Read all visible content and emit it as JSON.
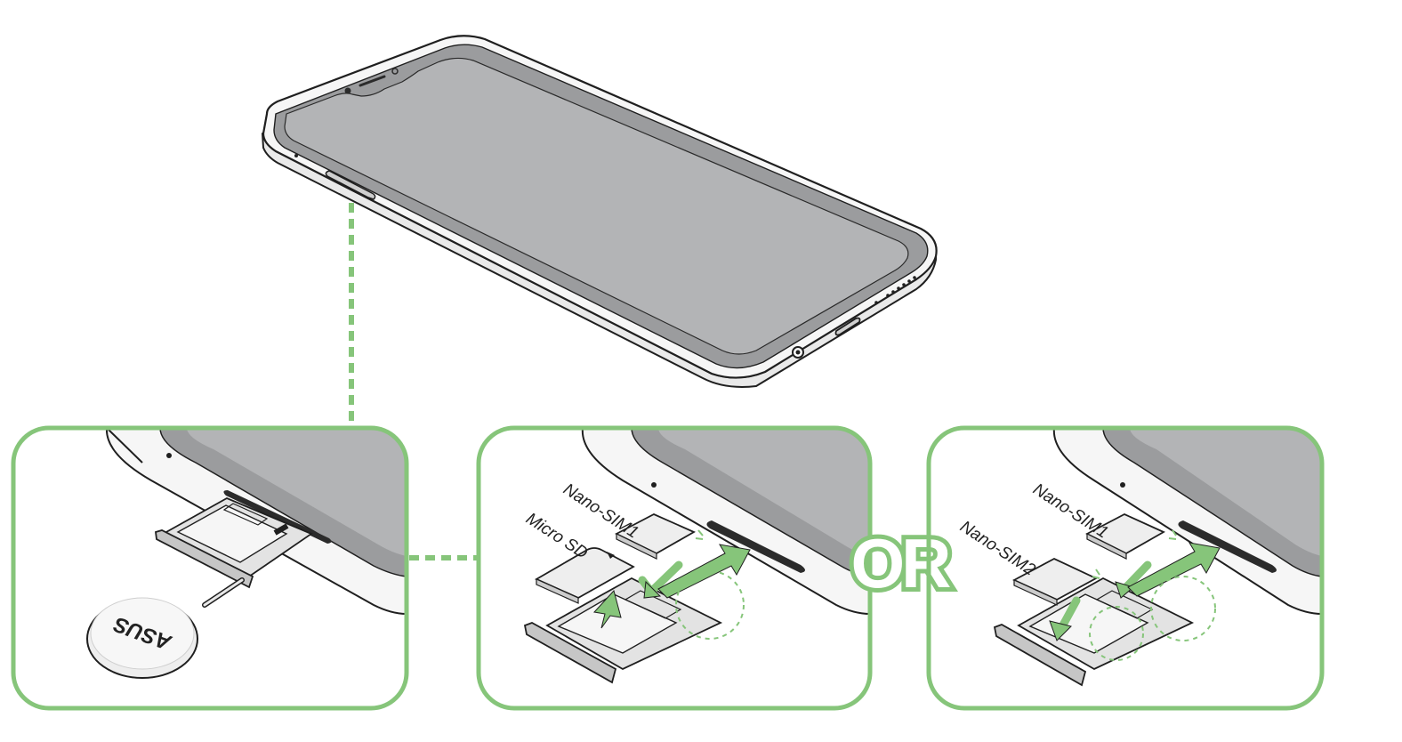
{
  "labels": {
    "nano_sim1_panel2": "Nano-SIM1",
    "micro_sd": "Micro SD",
    "or": "OR",
    "nano_sim1_panel3": "Nano-SIM1",
    "nano_sim2": "Nano-SIM2",
    "tool_logo": "ASUS"
  },
  "colors": {
    "accent_green": "#86c57a",
    "screen_gray": "#b3b4b6",
    "frame_gray": "#9b9c9e",
    "body_white": "#f4f4f4",
    "outline": "#1f1f1f"
  },
  "icons": {
    "arrow_in": "green-arrow-insert",
    "arrow_out": "green-arrow-push"
  }
}
